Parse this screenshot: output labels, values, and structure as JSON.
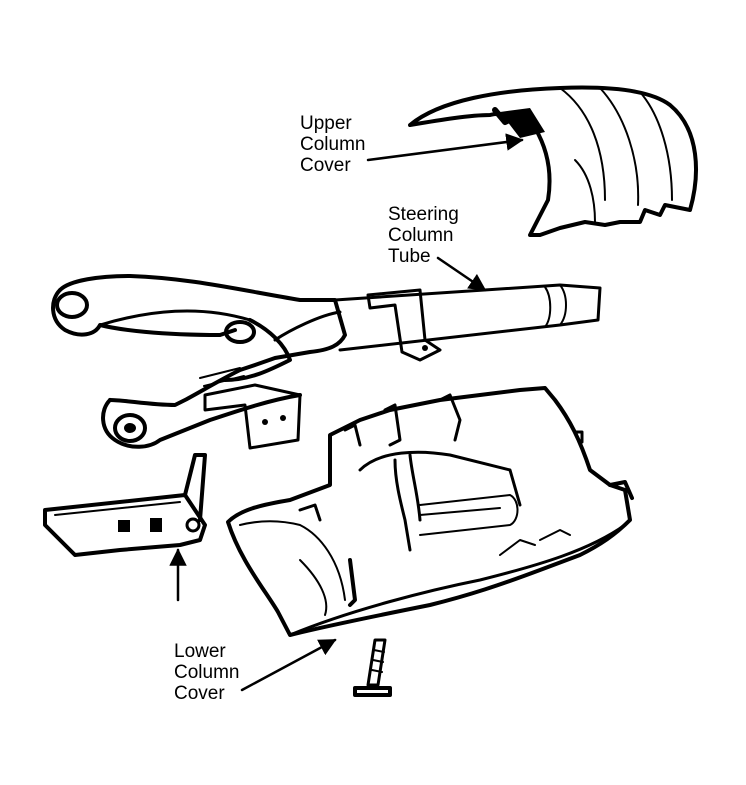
{
  "labels": {
    "upper": [
      "Upper",
      "Column",
      "Cover"
    ],
    "tube": [
      "Steering",
      "Column",
      "Tube"
    ],
    "lower": [
      "Lower",
      "Column",
      "Cover"
    ]
  },
  "colors": {
    "ink": "#000000",
    "paper": "#ffffff"
  }
}
